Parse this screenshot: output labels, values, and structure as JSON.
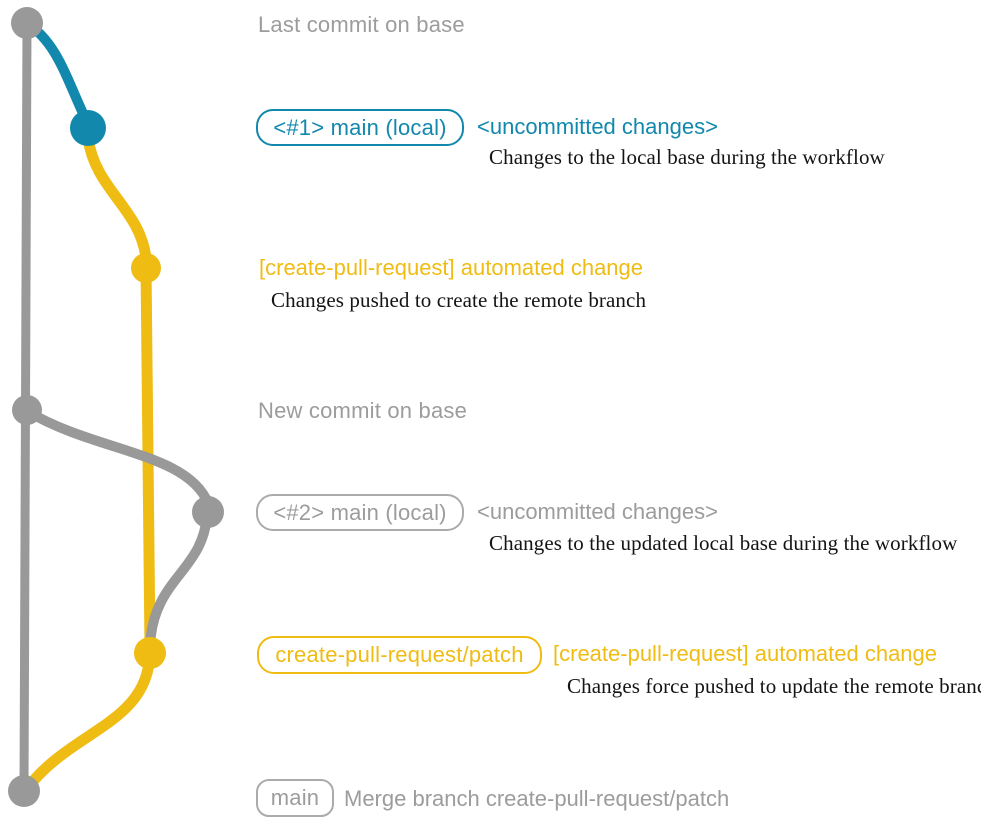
{
  "colors": {
    "gray": "#999999",
    "gray_text": "#9C9C9C",
    "gray_border": "#ABABAB",
    "blue": "#1288AD",
    "yellow": "#EFBC13",
    "description_text": "#141414"
  },
  "diagram": {
    "top": {
      "title": "Last commit on base"
    },
    "local_main_1": {
      "branch_label": "<#1> main (local)",
      "status": "<uncommitted changes>",
      "description": "Changes to the local base during the workflow"
    },
    "automated_change_1": {
      "message": "[create-pull-request] automated change",
      "description": "Changes pushed to create the remote branch"
    },
    "new_commit": {
      "title": "New commit on base"
    },
    "local_main_2": {
      "branch_label": "<#2> main (local)",
      "status": "<uncommitted changes>",
      "description": "Changes to the updated local base during the workflow"
    },
    "automated_change_2": {
      "branch_label": "create-pull-request/patch",
      "message": "[create-pull-request] automated change",
      "description": "Changes force pushed to update the remote branch"
    },
    "merge": {
      "branch_label": "main",
      "message": "Merge branch create-pull-request/patch"
    }
  }
}
